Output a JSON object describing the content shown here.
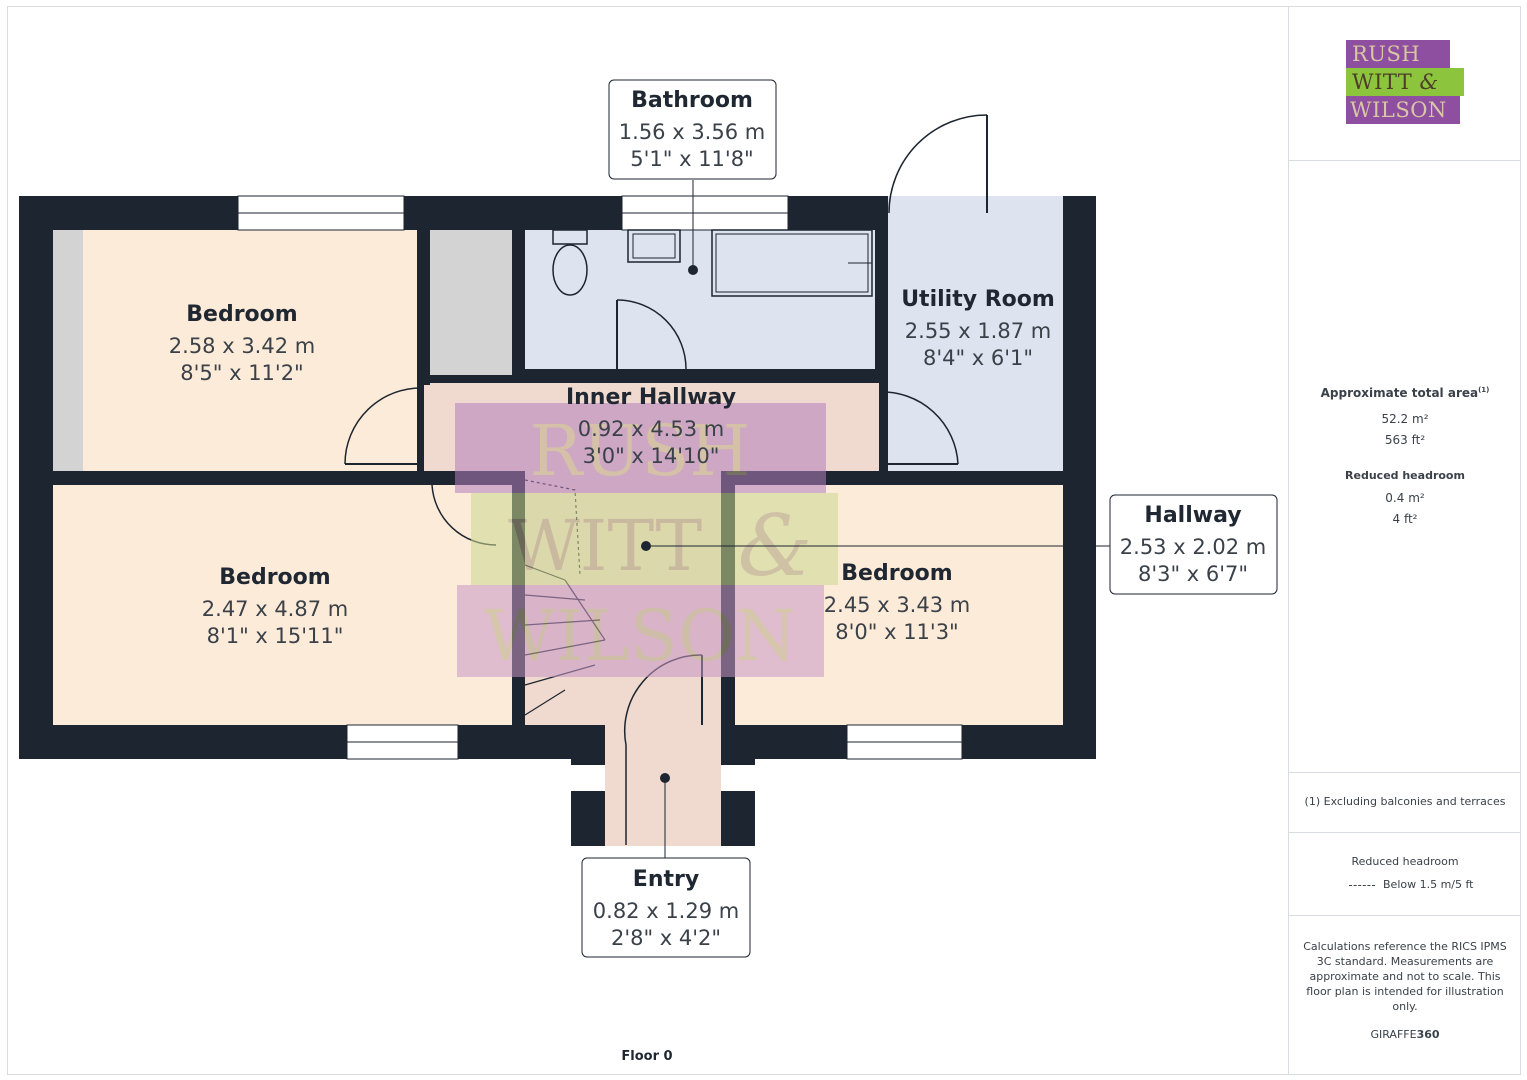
{
  "brand": {
    "logo_line1": "RUSH",
    "logo_line2": "WITT",
    "logo_amp": "&",
    "logo_line3": "WILSON",
    "purple": "#8e4fa0",
    "green": "#8dc43e"
  },
  "rooms": {
    "bedroom_tl": {
      "name": "Bedroom",
      "metric": "2.58 x 3.42 m",
      "imperial": "8'5\" x 11'2\""
    },
    "bedroom_bl": {
      "name": "Bedroom",
      "metric": "2.47 x 4.87 m",
      "imperial": "8'1\" x 15'11\""
    },
    "bedroom_br": {
      "name": "Bedroom",
      "metric": "2.45 x 3.43 m",
      "imperial": "8'0\" x 11'3\""
    },
    "inner_hallway": {
      "name": "Inner Hallway",
      "metric": "0.92 x 4.53 m",
      "imperial": "3'0\" x 14'10\""
    },
    "utility_room": {
      "name": "Utility Room",
      "metric": "2.55 x 1.87 m",
      "imperial": "8'4\" x 6'1\""
    }
  },
  "callouts": {
    "bathroom": {
      "name": "Bathroom",
      "metric": "1.56 x 3.56 m",
      "imperial": "5'1\" x 11'8\""
    },
    "hallway": {
      "name": "Hallway",
      "metric": "2.53 x 2.02 m",
      "imperial": "8'3\" x 6'7\""
    },
    "entry": {
      "name": "Entry",
      "metric": "0.82 x 1.29 m",
      "imperial": "2'8\" x 4'2\""
    }
  },
  "floor_label": "Floor 0",
  "sidebar": {
    "total_area_label": "Approximate total area",
    "total_area_sup": "(1)",
    "total_area_m2": "52.2 m²",
    "total_area_ft2": "563 ft²",
    "reduced_headroom_label": "Reduced headroom",
    "reduced_m2": "0.4 m²",
    "reduced_ft2": "4 ft²",
    "footnote": "(1) Excluding balconies and terraces",
    "legend_title": "Reduced headroom",
    "legend_item": "Below 1.5 m/5 ft",
    "disclaimer_lines": [
      "Calculations reference the RICS IPMS",
      "3C standard. Measurements are",
      "approximate and not to scale. This",
      "floor plan is intended for illustration",
      "only."
    ],
    "credit_a": "GIRAFFE",
    "credit_b": "360"
  },
  "colors": {
    "wall": "#1d2530",
    "bedroom_fill": "#fdebd9",
    "wet_fill": "#dde3ef",
    "hall_fill": "#f0d9ce",
    "wardrobe_fill": "#d3d3d3"
  }
}
